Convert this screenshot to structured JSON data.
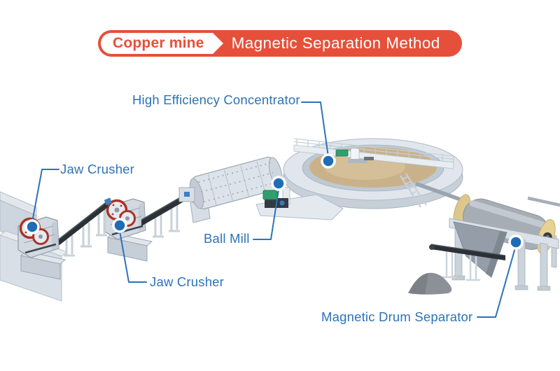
{
  "banner": {
    "tag_label": "Copper mine",
    "title": "Magnetic Separation Method"
  },
  "equipment": [
    {
      "name": "jaw-crusher-1",
      "label": "Jaw Crusher"
    },
    {
      "name": "jaw-crusher-2",
      "label": "Jaw Crusher"
    },
    {
      "name": "ball-mill",
      "label": "Ball Mill"
    },
    {
      "name": "high-efficiency-concentrator",
      "label": "High Efficiency Concentrator"
    },
    {
      "name": "magnetic-drum-separator",
      "label": "Magnetic Drum Separator"
    }
  ],
  "colors": {
    "banner_red": "#E6503A",
    "banner_text": "#FFFFFF",
    "tag_bg": "#FFFFFF",
    "tag_text": "#E6503A",
    "label_blue": "#2C73B8",
    "leader_line_blue": "#2C73B8",
    "marker_dot_blue": "#1E6DB6",
    "background": "#FFFFFF"
  },
  "illustration_palette": {
    "machine_steel_light": "#DDE3EA",
    "machine_steel": "#C6CED8",
    "machine_steel_dark": "#9DA9B5",
    "conveyor_belt": "#2C3137",
    "flywheel_rim_red": "#A83428",
    "basin_sand": "#C9B28A",
    "drum_end_tan": "#E7D294",
    "motor_green": "#2FA06C",
    "tailings_pile": "#8B9197"
  }
}
